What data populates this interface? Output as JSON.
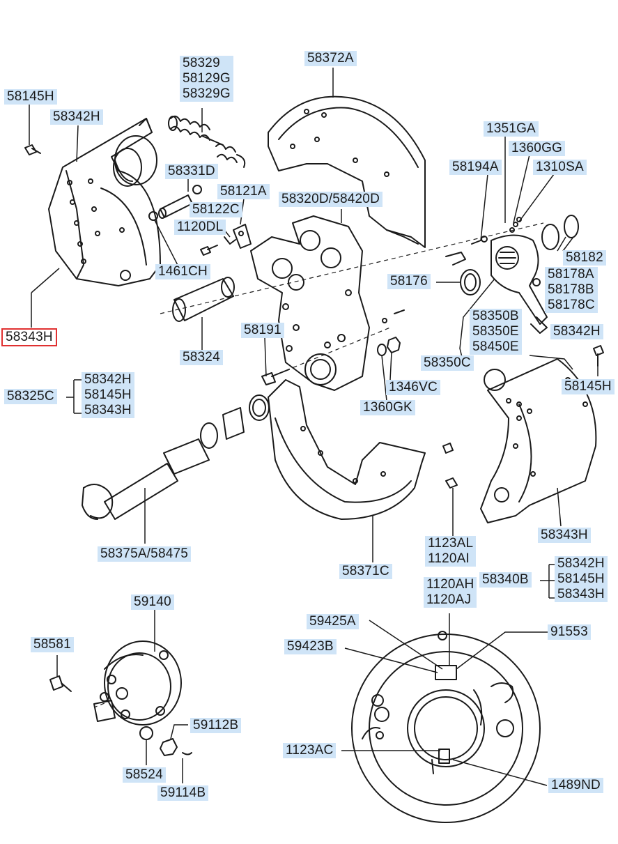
{
  "selected_part": "58343H",
  "labels": {
    "l_58145H_a": "58145H",
    "l_58342H_a": "58342H",
    "l_58329": "58329\n58129G\n58329G",
    "l_58372A": "58372A",
    "l_58331D": "58331D",
    "l_58121A": "58121A",
    "l_58122C": "58122C",
    "l_1120DL": "1120DL",
    "l_1461CH": "1461CH",
    "l_58320D": "58320D/58420D",
    "l_1351GA": "1351GA",
    "l_1360GG": "1360GG",
    "l_58194A": "58194A",
    "l_1310SA": "1310SA",
    "l_58182": "58182",
    "l_58178": "58178A\n58178B\n58178C",
    "l_58343H_sel": "58343H",
    "l_58324": "58324",
    "l_58191": "58191",
    "l_58176": "58176",
    "l_58350": "58350B\n58350E\n58450E",
    "l_58342H_b": "58342H",
    "l_58350C": "58350C",
    "l_1346VC": "1346VC",
    "l_1360GK": "1360GK",
    "l_58145H_b": "58145H",
    "l_58325C": "58325C",
    "l_58325C_sub": "58342H\n58145H\n58343H",
    "l_58375A": "58375A/58475",
    "l_58371C": "58371C",
    "l_1123AL": "1123AL\n1120AI",
    "l_58343H_b": "58343H",
    "l_58340B": "58340B",
    "l_58340B_sub": "58342H\n58145H\n58343H",
    "l_1120AH": "1120AH\n1120AJ",
    "l_59140": "59140",
    "l_58581": "58581",
    "l_59425A": "59425A",
    "l_59423B": "59423B",
    "l_91553": "91553",
    "l_59112B": "59112B",
    "l_58524": "58524",
    "l_59114B": "59114B",
    "l_1123AC": "1123AC",
    "l_1489ND": "1489ND"
  }
}
